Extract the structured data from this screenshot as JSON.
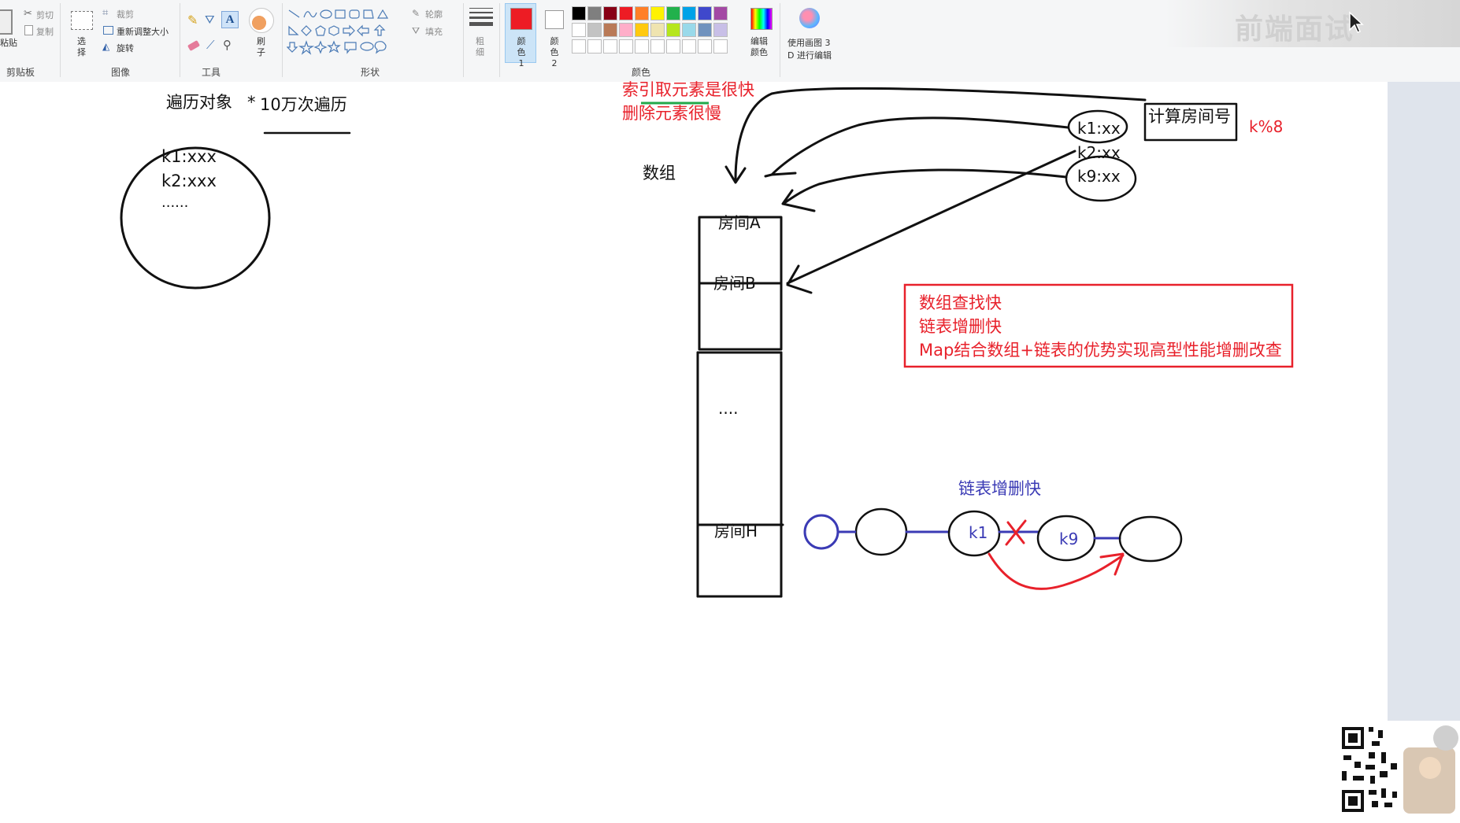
{
  "ribbon": {
    "clipboard": {
      "paste": "粘贴",
      "cut": "剪切",
      "copy": "复制",
      "group": "剪贴板"
    },
    "image": {
      "select": "选择",
      "crop": "裁剪",
      "resize": "重新调整大小",
      "rotate": "旋转",
      "group": "图像"
    },
    "tools": {
      "group": "工具",
      "brush": "刷子"
    },
    "shapes": {
      "outline": "轮廓",
      "fill": "填充",
      "group": "形状"
    },
    "size": {
      "label": "粗细"
    },
    "colors": {
      "color1": "颜色 1",
      "color2": "颜色 2",
      "edit": "编辑颜色",
      "group": "颜色",
      "color1_value": "#ed1c24",
      "color2_value": "#ffffff",
      "palette_row1": [
        "#000000",
        "#7f7f7f",
        "#880015",
        "#ed1c24",
        "#ff7f27",
        "#fff200",
        "#22b14c",
        "#00a2e8",
        "#3f48cc",
        "#a349a4"
      ],
      "palette_row2": [
        "#ffffff",
        "#c3c3c3",
        "#b97a57",
        "#ffaec9",
        "#ffc90e",
        "#efe4b0",
        "#b5e61d",
        "#99d9ea",
        "#7092be",
        "#c8bfe7"
      ]
    },
    "paint3d": {
      "line1": "使用画图 3",
      "line2": "D 进行编辑"
    },
    "watermark": "前端面试"
  },
  "canvas": {
    "obj_title": "遍历对象",
    "star": "*",
    "iter_text": "10万次遍历",
    "obj_k1": "k1:xxx",
    "obj_k2": "k2:xxx",
    "obj_more": "......",
    "note_index": "索引取元素是很快",
    "note_delete": "删除元素很慢",
    "array_label": "数组",
    "room_a": "房间A",
    "room_b": "房间B",
    "room_dots": "....",
    "room_h": "房间H",
    "calc_room": "计算房间号",
    "mod": "k%8",
    "key_k1": "k1:xx",
    "key_k2": "k2:xx",
    "key_k9": "k9:xx",
    "box_line1": "数组查找快",
    "box_line2": "链表增删快",
    "box_line3": "Map结合数组+链表的优势实现高型性能增删改查",
    "linked_title": "链表增删快",
    "node_k1": "k1",
    "node_k9": "k9"
  }
}
